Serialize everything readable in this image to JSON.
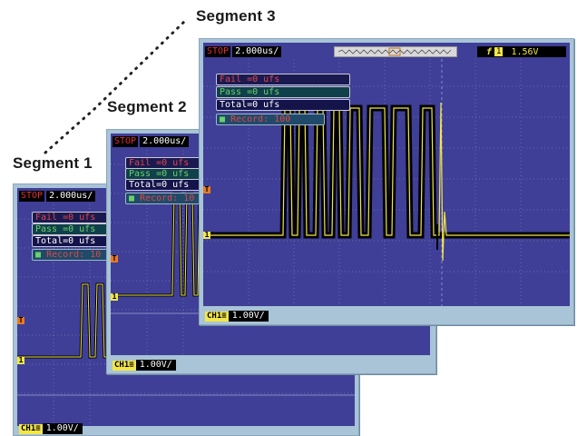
{
  "labels": {
    "segment1": "Segment 1",
    "segment2": "Segment 2",
    "segment3": "Segment 3"
  },
  "scope1": {
    "status": "STOP",
    "timebase": "2.000us/",
    "fail": "Fail =0 ufs",
    "pass": "Pass =0 ufs",
    "total": "Total=0 ufs",
    "record_square": "■",
    "record": "Record: 10",
    "trigger_marker": "T",
    "ch_marker": "1",
    "ch_tag": "CH1≡",
    "ch_scale": "1.00V/"
  },
  "scope2": {
    "status": "STOP",
    "timebase": "2.000us/",
    "fail": "Fail =0 ufs",
    "pass": "Pass =0 ufs",
    "total": "Total=0 ufs",
    "record_square": "■",
    "record": "Record: 10",
    "trigger_marker": "T",
    "ch_marker": "1",
    "ch_tag": "CH1≡",
    "ch_scale": "1.00V/"
  },
  "scope3": {
    "status": "STOP",
    "timebase": "2.000us/",
    "trigger_slope": "f",
    "trigger_channel": "1",
    "trigger_level": "1.56V",
    "fail": "Fail =0 ufs",
    "pass": "Pass =0 ufs",
    "total": "Total=0 ufs",
    "record_square": "■",
    "record": "Record: 100",
    "trigger_marker": "T",
    "ch_marker": "1",
    "ch_tag": "CH1≡",
    "ch_scale": "1.00V/"
  },
  "colors": {
    "screen": "#3f3f97",
    "trace": "#f2e64a",
    "bezel": "#a9c3d7"
  }
}
